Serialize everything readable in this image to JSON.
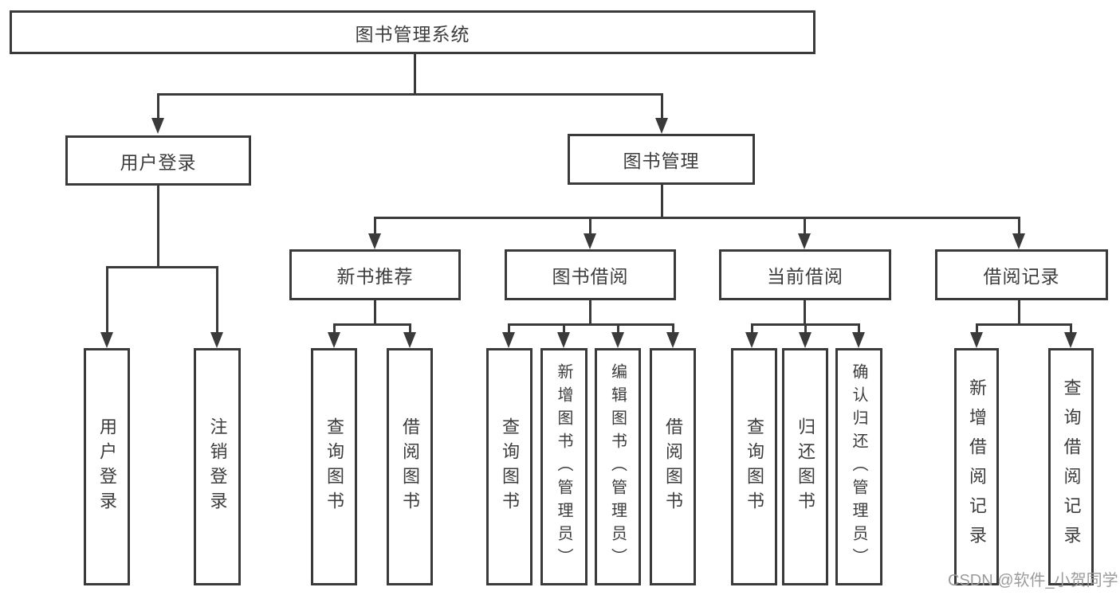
{
  "diagram": {
    "title": "图书管理系统",
    "colors": {
      "line": "#3a3a3a",
      "box_border": "#3a3a3a",
      "box_background": "#ffffff",
      "text": "#3c3c3c",
      "watermark": "#9b9b9b"
    },
    "nodes": {
      "root": "图书管理系统",
      "user_login": "用户登录",
      "book_management": "图书管理",
      "new_book_recommend": "新书推荐",
      "book_borrow": "图书借阅",
      "current_borrow": "当前借阅",
      "borrow_records": "借阅记录",
      "login_leaf": "用户登录",
      "logout_leaf": "注销登录",
      "recommend_query_books": "查询图书",
      "recommend_borrow_books": "借阅图书",
      "borrow_query_books": "查询图书",
      "borrow_add_books": "新增图书（管理员）",
      "borrow_edit_books": "编辑图书（管理员）",
      "borrow_borrow_books": "借阅图书",
      "current_query_books": "查询图书",
      "current_return_books": "归还图书",
      "current_confirm_return": "确认归还（管理员）",
      "records_add_record": "新增借阅记录",
      "records_query_record": "查询借阅记录"
    },
    "hierarchy": {
      "root": [
        "用户登录",
        "图书管理"
      ],
      "用户登录": [
        "用户登录",
        "注销登录"
      ],
      "图书管理": [
        "新书推荐",
        "图书借阅",
        "当前借阅",
        "借阅记录"
      ],
      "新书推荐": [
        "查询图书",
        "借阅图书"
      ],
      "图书借阅": [
        "查询图书",
        "新增图书（管理员）",
        "编辑图书（管理员）",
        "借阅图书"
      ],
      "当前借阅": [
        "查询图书",
        "归还图书",
        "确认归还（管理员）"
      ],
      "借阅记录": [
        "新增借阅记录",
        "查询借阅记录"
      ]
    }
  },
  "watermark": "CSDN @软件_小贺同学"
}
